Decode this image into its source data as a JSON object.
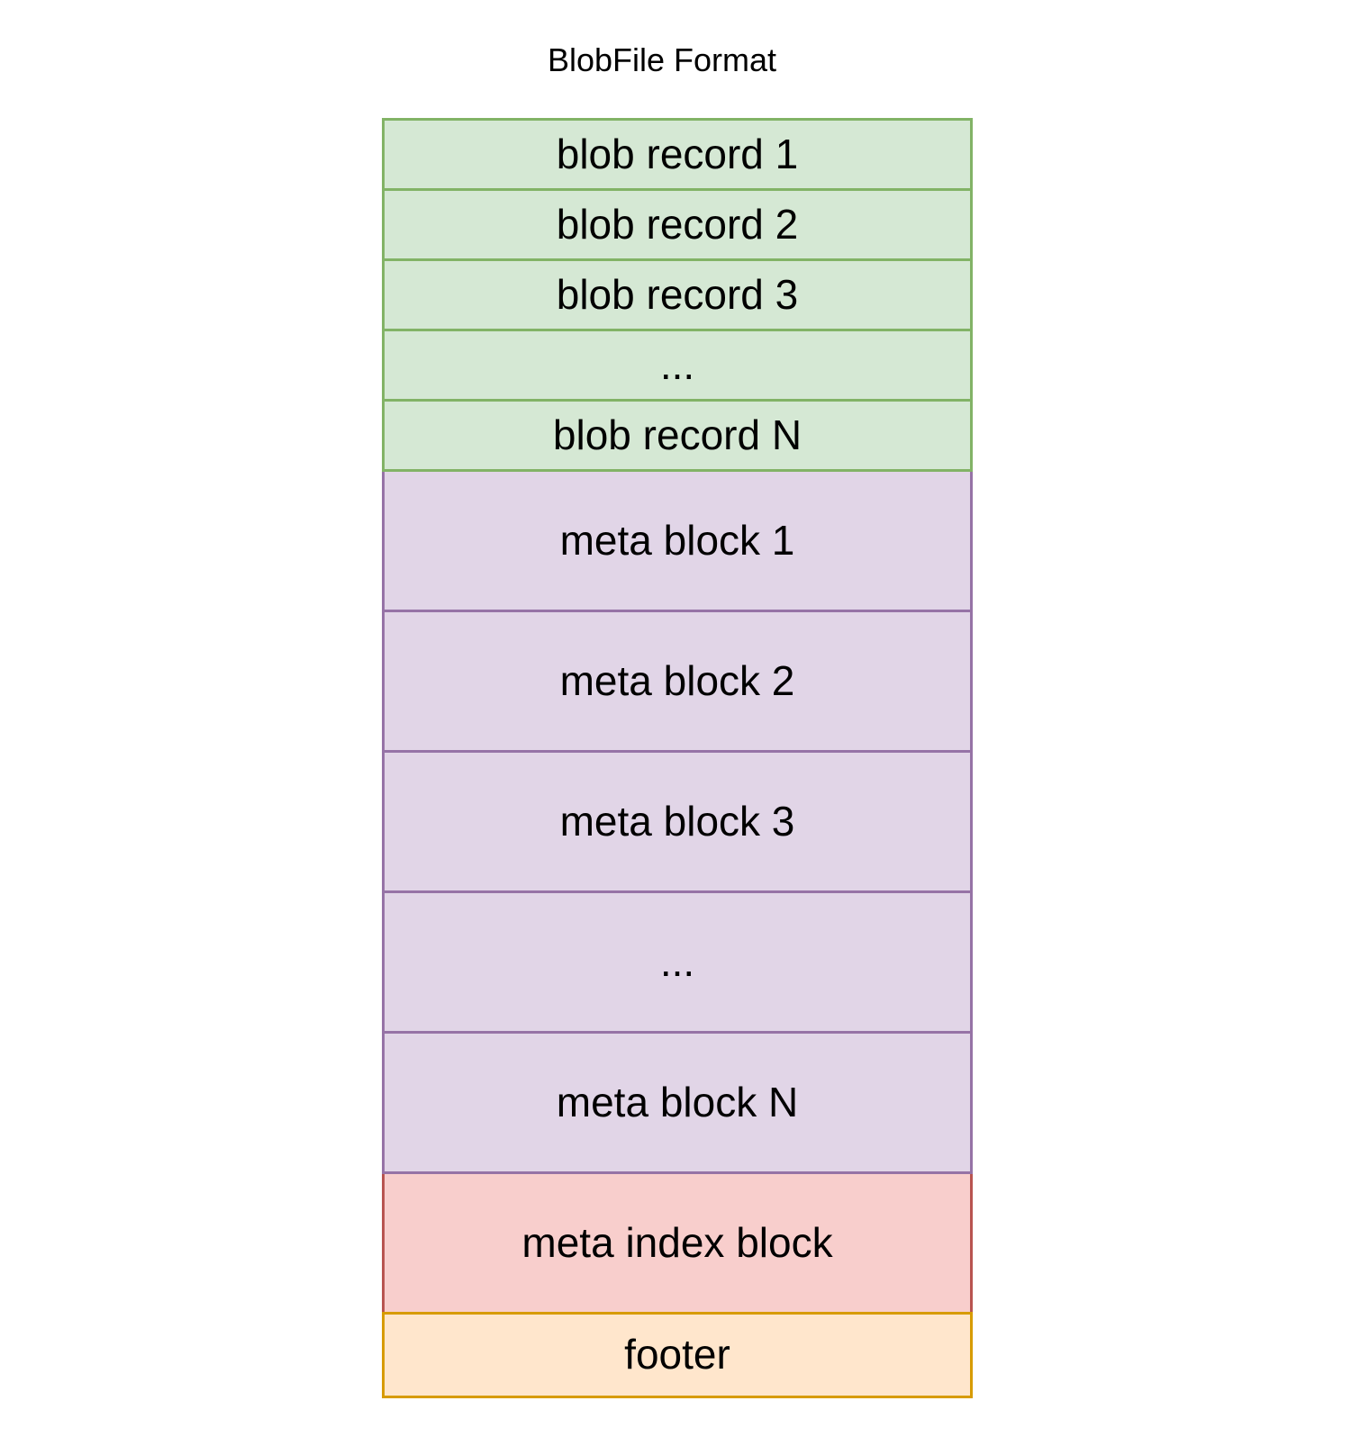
{
  "title": "BlobFile Format",
  "palette": {
    "background": "#ffffff",
    "text": "#000000",
    "green_fill": "#d5e8d4",
    "green_stroke": "#82b366",
    "purple_fill": "#e1d5e7",
    "purple_stroke": "#9673a6",
    "red_fill": "#f8cecc",
    "red_stroke": "#b85450",
    "orange_fill": "#ffe6cc",
    "orange_stroke": "#d79b00"
  },
  "diagram": {
    "blocks": [
      {
        "label": "blob record 1",
        "fill": "#d5e8d4",
        "stroke": "#82b366"
      },
      {
        "label": "blob record 2",
        "fill": "#d5e8d4",
        "stroke": "#82b366"
      },
      {
        "label": "blob record 3",
        "fill": "#d5e8d4",
        "stroke": "#82b366"
      },
      {
        "label": "...",
        "fill": "#d5e8d4",
        "stroke": "#82b366"
      },
      {
        "label": "blob record N",
        "fill": "#d5e8d4",
        "stroke": "#82b366"
      },
      {
        "label": "meta block 1",
        "fill": "#e1d5e7",
        "stroke": "#9673a6"
      },
      {
        "label": "meta block 2",
        "fill": "#e1d5e7",
        "stroke": "#9673a6"
      },
      {
        "label": "meta block 3",
        "fill": "#e1d5e7",
        "stroke": "#9673a6"
      },
      {
        "label": "...",
        "fill": "#e1d5e7",
        "stroke": "#9673a6"
      },
      {
        "label": "meta block N",
        "fill": "#e1d5e7",
        "stroke": "#9673a6"
      },
      {
        "label": "meta index block",
        "fill": "#f8cecc",
        "stroke": "#b85450"
      },
      {
        "label": "footer",
        "fill": "#ffe6cc",
        "stroke": "#d79b00"
      }
    ]
  }
}
